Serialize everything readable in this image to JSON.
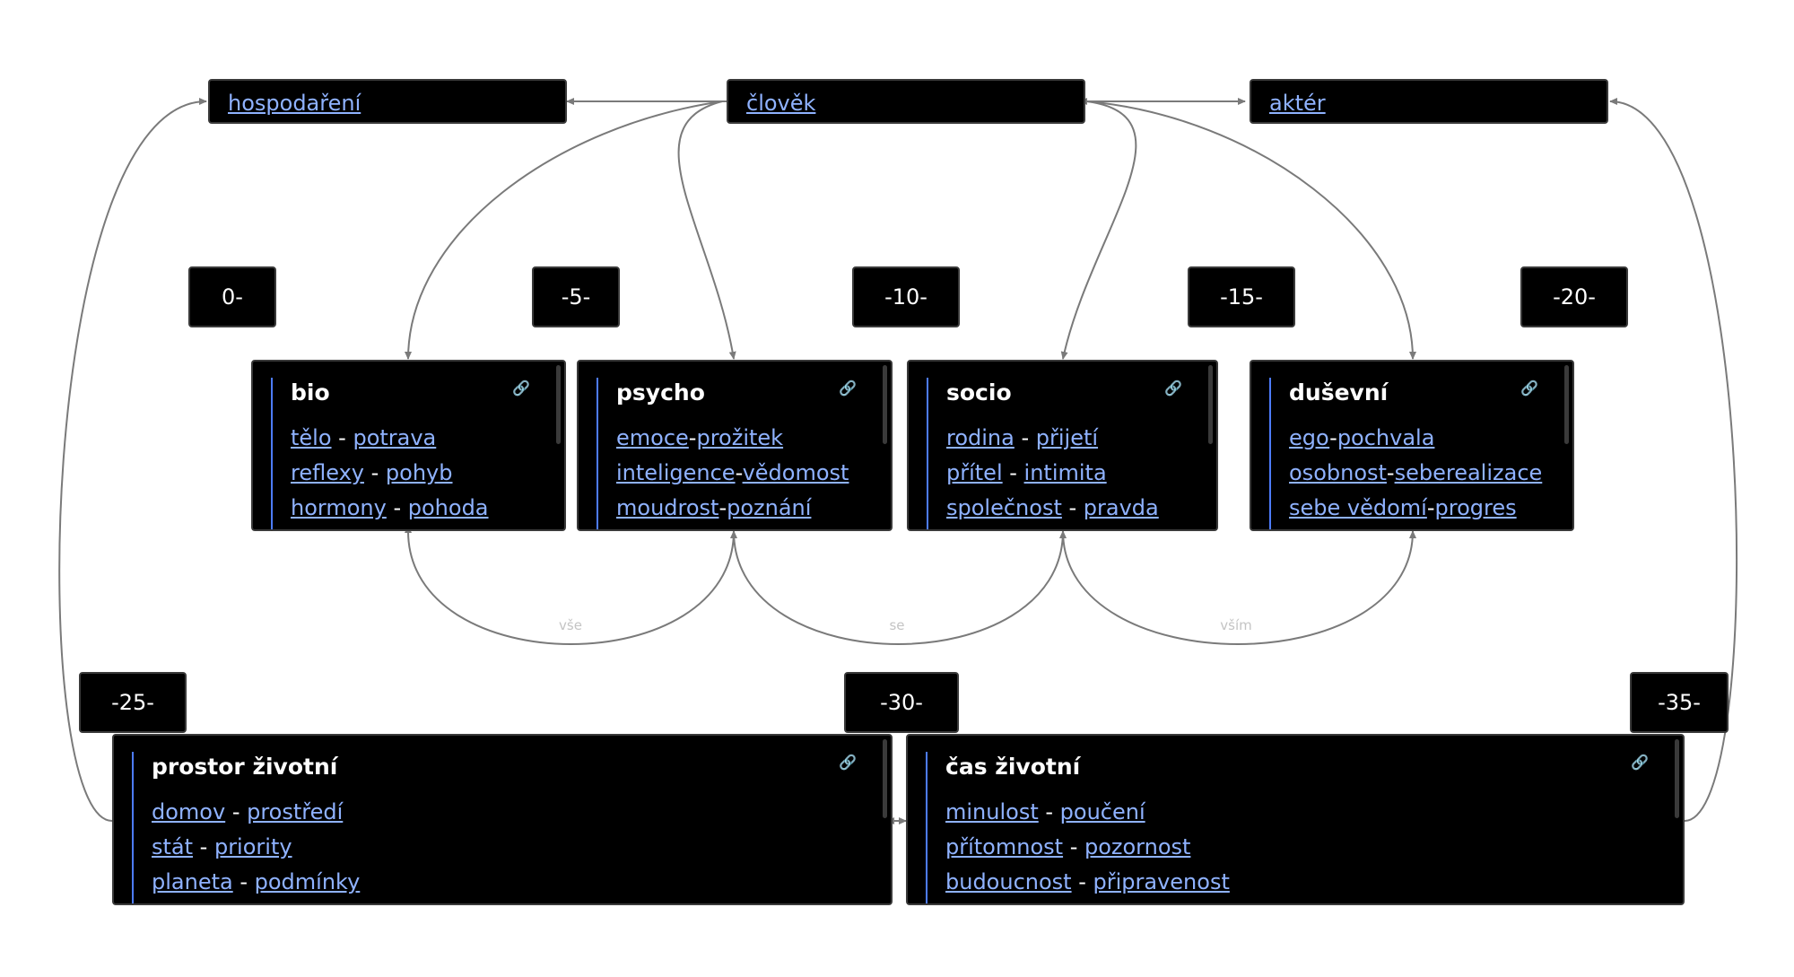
{
  "top_nodes": {
    "hospodareni": "hospodaření",
    "clovek": "člověk",
    "akter": "aktér"
  },
  "tags": {
    "t0": "0-",
    "t5": "-5-",
    "t10": "-10-",
    "t15": "-15-",
    "t20": "-20-",
    "t25": "-25-",
    "t30": "-30-",
    "t35": "-35-"
  },
  "cards": {
    "bio": {
      "title": "bio",
      "lines": [
        {
          "a": "tělo",
          "sep": " - ",
          "b": "potrava"
        },
        {
          "a": "reflexy",
          "sep": " - ",
          "b": "pohyb"
        },
        {
          "a": "hormony",
          "sep": " - ",
          "b": "pohoda"
        }
      ]
    },
    "psycho": {
      "title": "psycho",
      "lines": [
        {
          "a": "emoce",
          "sep": "-",
          "b": "prožitek"
        },
        {
          "a": "inteligence",
          "sep": "-",
          "b": "vědomost"
        },
        {
          "a": "moudrost",
          "sep": "-",
          "b": "poznání"
        }
      ]
    },
    "socio": {
      "title": "socio",
      "lines": [
        {
          "a": "rodina",
          "sep": " - ",
          "b": "přijetí"
        },
        {
          "a": "přítel",
          "sep": " - ",
          "b": "intimita"
        },
        {
          "a": "společnost",
          "sep": " - ",
          "b": "pravda"
        }
      ]
    },
    "dusevni": {
      "title": "duševní",
      "lines": [
        {
          "a": "ego",
          "sep": "-",
          "b": "pochvala"
        },
        {
          "a": "osobnost",
          "sep": "-",
          "b": "seberealizace"
        },
        {
          "a": "sebe vědomí",
          "sep": "-",
          "b": "progres"
        }
      ]
    },
    "prostor": {
      "title": "prostor životní",
      "lines": [
        {
          "a": "domov",
          "sep": " - ",
          "b": "prostředí"
        },
        {
          "a": "stát",
          "sep": " - ",
          "b": "priority"
        },
        {
          "a": "planeta",
          "sep": " - ",
          "b": "podmínky"
        }
      ]
    },
    "cas": {
      "title": "čas životní",
      "lines": [
        {
          "a": "minulost",
          "sep": " - ",
          "b": "poučení"
        },
        {
          "a": "přítomnost",
          "sep": " - ",
          "b": "pozornost"
        },
        {
          "a": "budoucnost",
          "sep": " - ",
          "b": "připravenost"
        }
      ]
    }
  },
  "edge_labels": {
    "vse": "vše",
    "se": "se",
    "vsim": "vším"
  },
  "colors": {
    "link": "#8fb2ff",
    "accent_bar": "#4d7cff",
    "edge": "#7a7a7a",
    "edge_label": "#c4c4c4"
  }
}
